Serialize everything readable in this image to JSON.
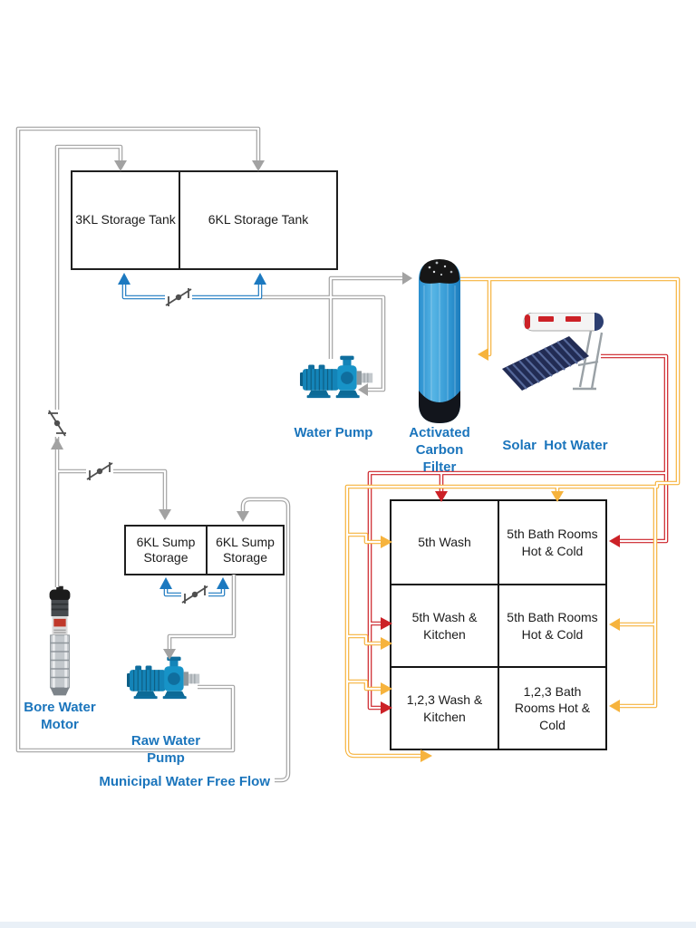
{
  "palette": {
    "pipe_gray": "#a2a2a2",
    "pipe_blue": "#1c79c0",
    "pipe_yellow": "#f6b33d",
    "pipe_red": "#cc2127",
    "label_blue": "#1b75bc",
    "valve_gray": "#4f4f4f",
    "box_border": "#1f1f1f"
  },
  "storage_tanks": {
    "cells": [
      "3KL Storage Tank",
      "6KL Storage Tank"
    ]
  },
  "sump_tanks": {
    "cells": [
      "6KL Sump Storage",
      "6KL Sump Storage"
    ]
  },
  "equipment": {
    "water_pump_label": "Water Pump",
    "carbon_filter_label": "Activated Carbon Filter",
    "solar_label": "Solar  Hot Water",
    "bore_motor_label": "Bore Water Motor",
    "raw_pump_label": "Raw Water Pump",
    "municipal_label": "Municipal Water Free Flow"
  },
  "distribution_grid": {
    "rows": [
      [
        "5th Wash",
        "5th Bath Rooms Hot & Cold"
      ],
      [
        "5th Wash & Kitchen",
        "5th Bath Rooms Hot & Cold"
      ],
      [
        "1,2,3 Wash & Kitchen",
        "1,2,3 Bath Rooms Hot & Cold"
      ]
    ]
  }
}
